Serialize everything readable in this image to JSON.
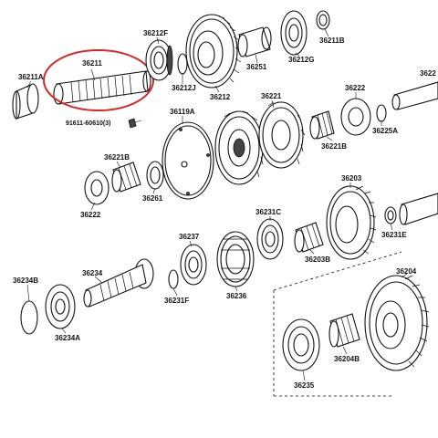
{
  "highlight_color": "#d62828",
  "callouts": {
    "c36211": "36211",
    "c36211A": "36211A",
    "c36212F": "36212F",
    "c36212J": "36212J",
    "c36212": "36212",
    "c36251": "36251",
    "c36212G": "36212G",
    "c36211B": "36211B",
    "c3622": "3622",
    "c36221": "36221",
    "c36222_top": "36222",
    "c36221B_right": "36221B",
    "c36225A": "36225A",
    "c36119A": "36119A",
    "c91611": "91611-60610(3)",
    "c36221B_left": "36221B",
    "c36261": "36261",
    "c36222_left": "36222",
    "c36203": "36203",
    "c36231C": "36231C",
    "c36231E": "36231E",
    "c36237": "36237",
    "c36203B": "36203B",
    "c36234B": "36234B",
    "c36234": "36234",
    "c36231F": "36231F",
    "c36236": "36236",
    "c36234A": "36234A",
    "c36204": "36204",
    "c36204B": "36204B",
    "c36235": "36235"
  }
}
